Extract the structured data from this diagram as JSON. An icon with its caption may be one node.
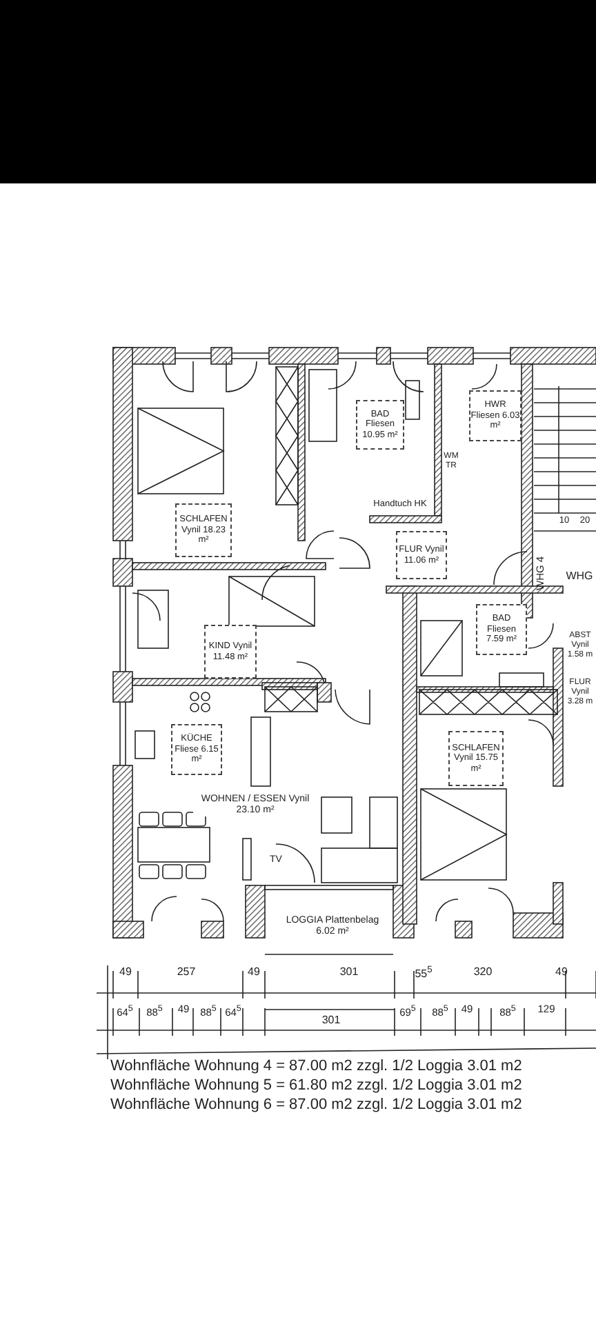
{
  "diagram": {
    "nodes": [
      {
        "text": [
          "BAD Fliesen 10.95 m²"
        ]
      },
      {
        "text": [
          "HWR Fliesen 6.03 m²"
        ]
      },
      {
        "text": [
          "SCHLAFEN Vynil 18.23 m²"
        ]
      },
      {
        "text": [
          "FLUR Vynil 11.06 m²"
        ]
      },
      {
        "text": [
          "KIND Vynil 11.48 m²"
        ]
      },
      {
        "text": [
          "BAD Fliesen 7.59 m²"
        ]
      },
      {
        "text": [
          "KÜCHE Fliese 6.15 m²"
        ]
      },
      {
        "text": [
          "SCHLAFEN Vynil 15.75 m²"
        ]
      }
    ],
    "labels": [
      "WM TR",
      "Handtuch HK",
      "10",
      "20",
      "WHG 4",
      "WHG",
      "ABST Vynil 1.58 m",
      "FLUR Vynil 3.28 m",
      "WOHNEN / ESSEN Vynil 23.10 m²",
      "TV",
      "LOGGIA Plattenbelag 6.02 m²",
      "49",
      "257",
      "49",
      "301",
      "55$^{5}$",
      "320",
      "49",
      "64$^{5}$",
      "88$^{5}$",
      "49",
      "88$^{5}$",
      "64$^{5}$",
      "301",
      "69$^{5}$",
      "88$^{5}$",
      "49",
      "88$^{5}$",
      "129",
      "Wohnfläche Wohnung 4 = 87.00 m2 zzgl. 1/2 Loggia 3.01 m2",
      "Wohnfläche Wohnung 5 = 61.80 m2 zzgl. 1/2 Loggia 3.01 m2",
      "Wohnfläche Wohnung 6 = 87.00 m2 zzgl. 1/2 Loggia 3.01 m2"
    ]
  }
}
